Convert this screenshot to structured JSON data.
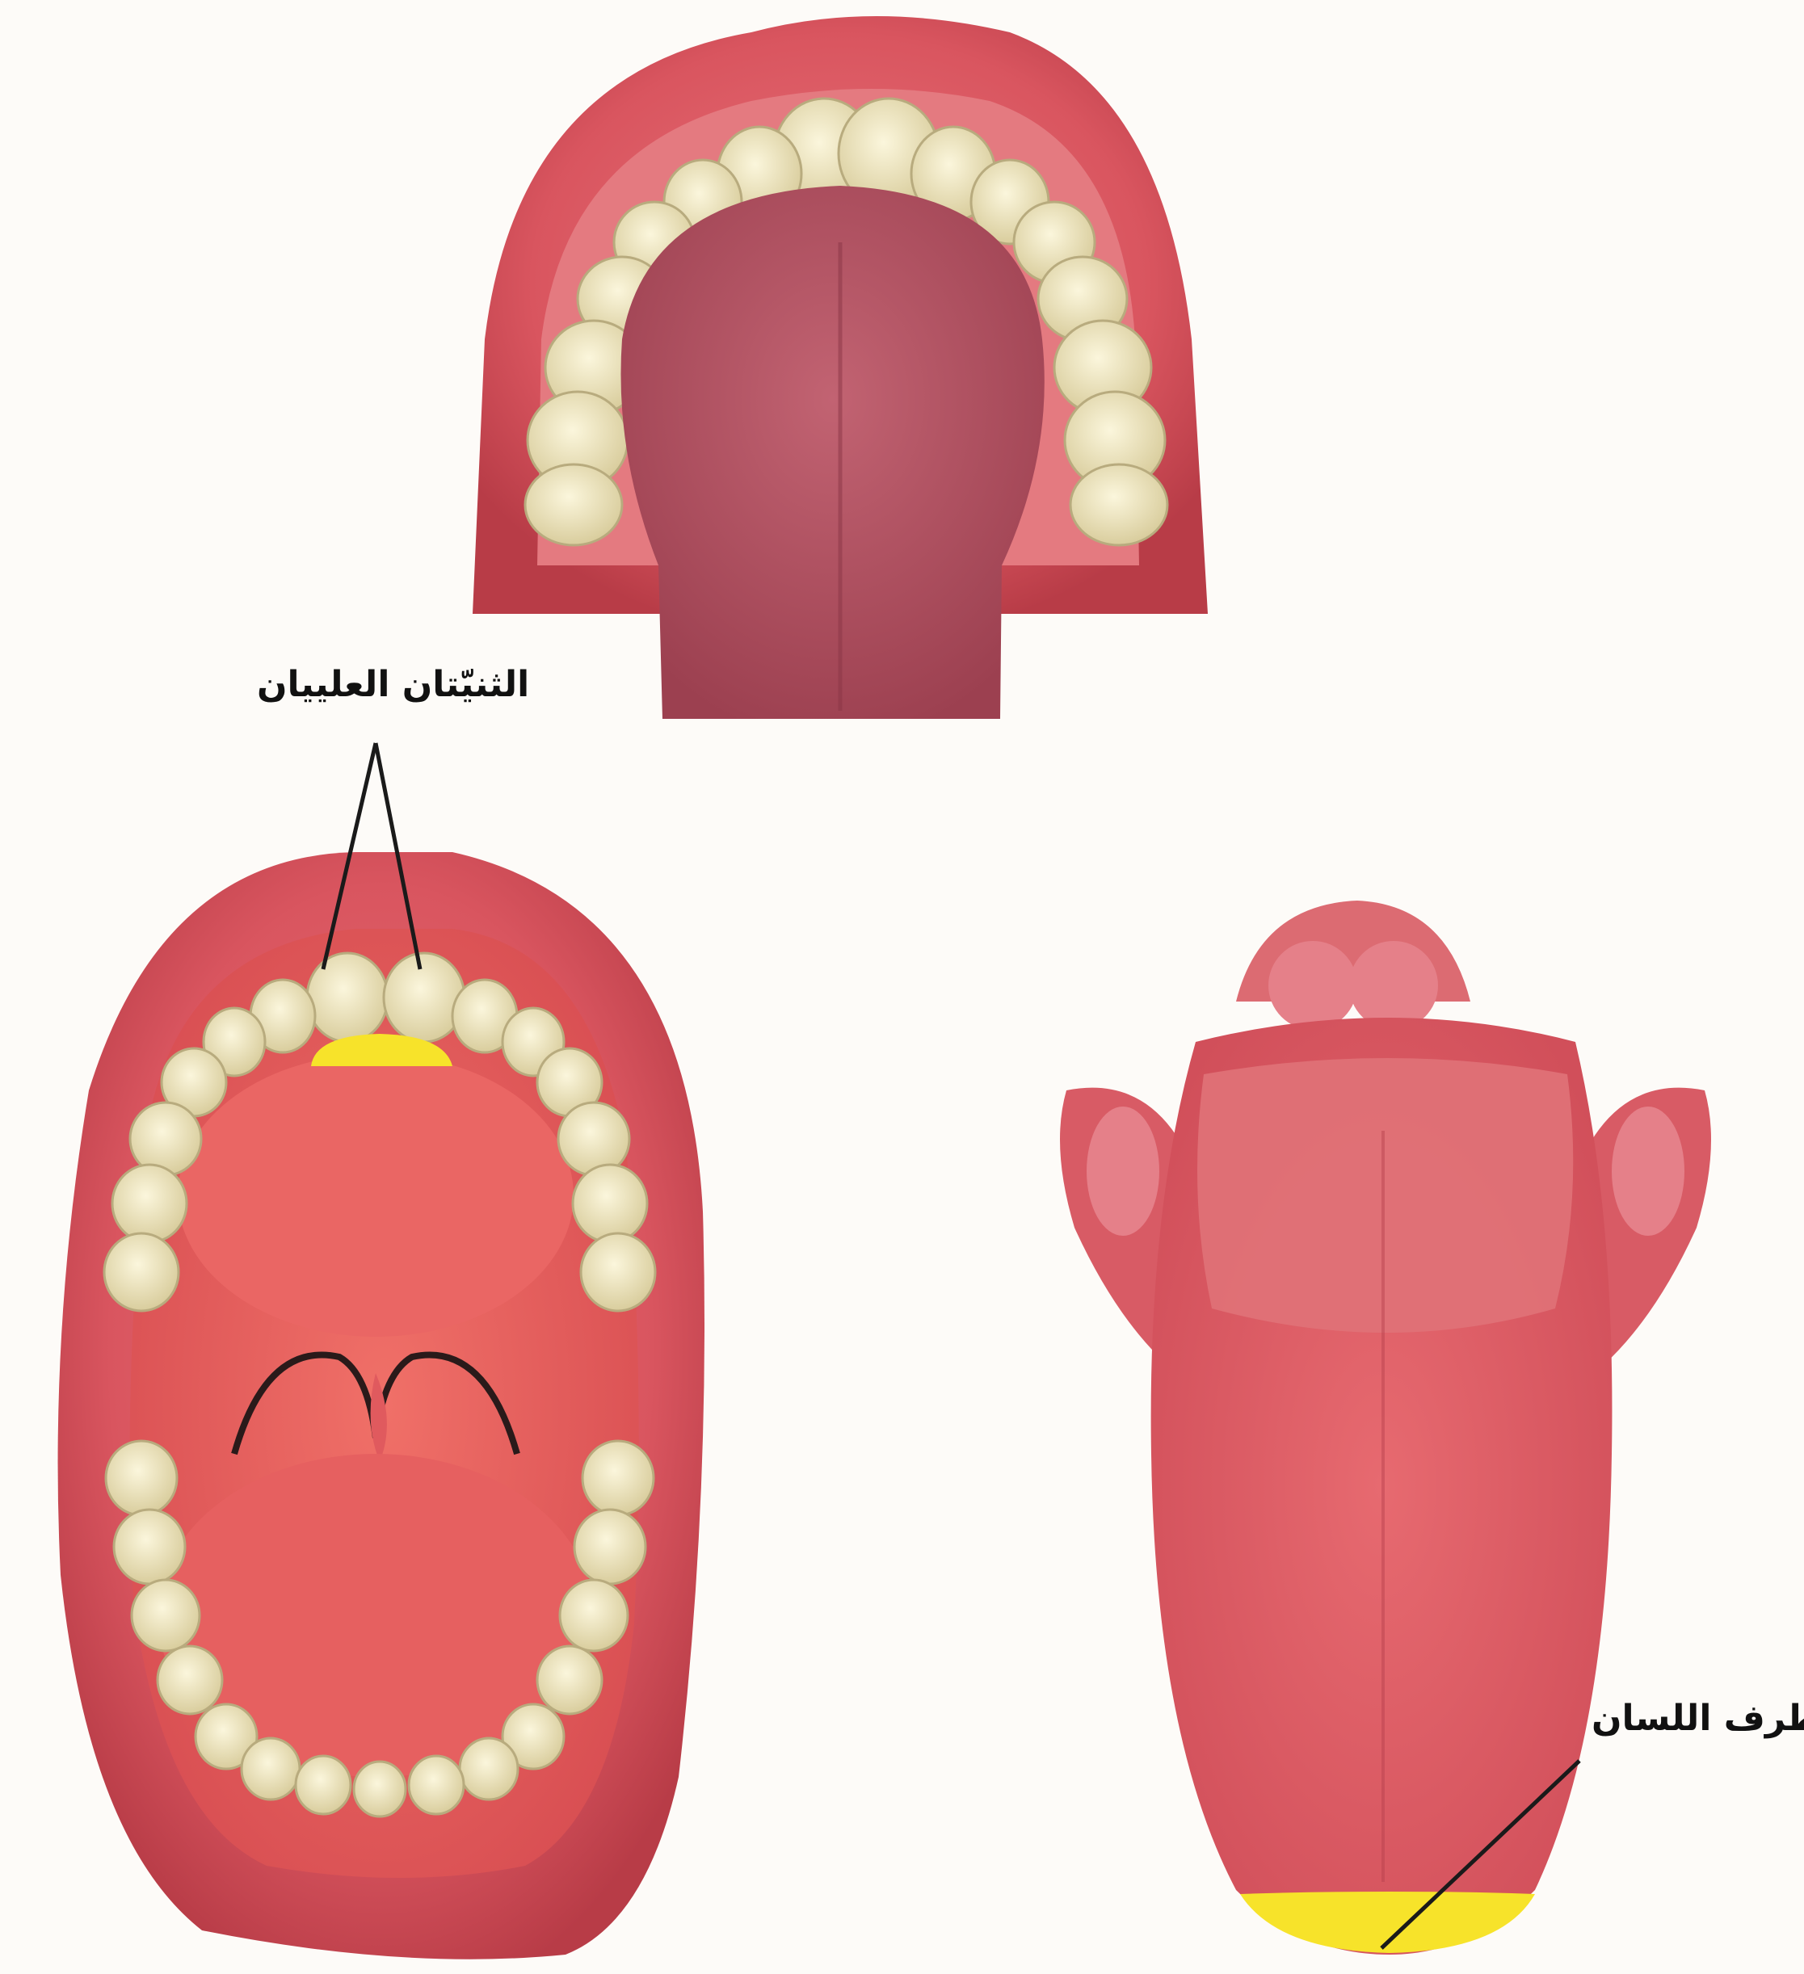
{
  "labels": {
    "upper_incisors": "الثنيّتان العلييان",
    "tongue_tip": "طرف اللسان"
  },
  "colors": {
    "background": "#fdfbf8",
    "lip": "#d9555f",
    "lip_dark": "#b83c47",
    "gum": "#e47a80",
    "tooth": "#f2eac6",
    "tooth_edge": "#b8ab7e",
    "tongue": "#b4505e",
    "mouth_inner": "#e65c5c",
    "highlight": "#f7e32a",
    "leader_line": "#1a1a1a"
  },
  "illustrations": [
    {
      "name": "mouth-top-view",
      "description_icon": "mouth-tongue-top-icon"
    },
    {
      "name": "mouth-open-front-view",
      "description_icon": "open-mouth-icon"
    },
    {
      "name": "tongue-dorsal-view",
      "description_icon": "tongue-icon"
    }
  ]
}
